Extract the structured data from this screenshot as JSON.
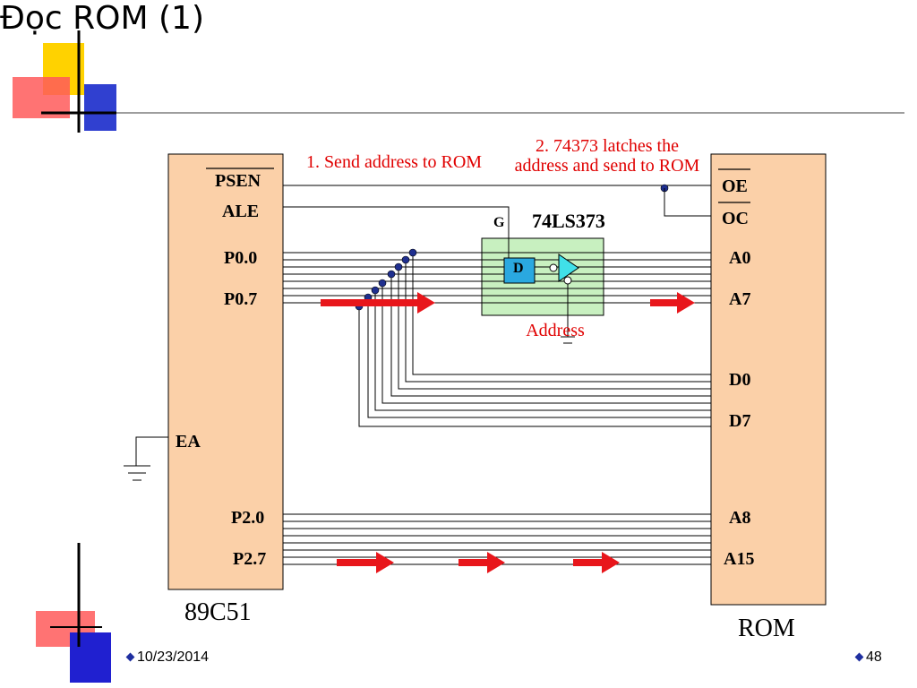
{
  "title": "Đọc ROM (1)",
  "mcu": {
    "name": "89C51",
    "pins": {
      "psen": "PSEN",
      "ale": "ALE",
      "p00": "P0.0",
      "p07": "P0.7",
      "ea": "EA",
      "p20": "P2.0",
      "p27": "P2.7"
    }
  },
  "rom": {
    "name": "ROM",
    "pins": {
      "oe": "OE",
      "oc": "OC",
      "a0": "A0",
      "a7": "A7",
      "d0": "D0",
      "d7": "D7",
      "a8": "A8",
      "a15": "A15"
    }
  },
  "latch": {
    "name": "74LS373",
    "g_label": "G",
    "d_label": "D"
  },
  "notes": {
    "step1": "1. Send address to ROM",
    "step2": "2. 74373 latches the address and send to ROM",
    "address": "Address"
  },
  "footer": {
    "date": "10/23/2014",
    "page": "48"
  },
  "colors": {
    "chip_fill": "#fbd0a8",
    "latch_fill": "#c8f0c0",
    "arrow": "#e8161b",
    "note_text": "#e00000",
    "dot": "#1f2f8f",
    "accent_blue": "#3040d0",
    "accent_yellow": "#ffd200"
  }
}
